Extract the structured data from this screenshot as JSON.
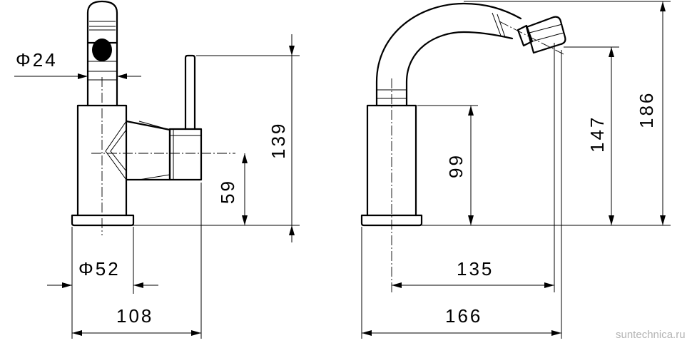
{
  "side_view": {
    "dims": {
      "spout_diameter": "Φ24",
      "base_diameter": "Φ52",
      "overall_width": "108",
      "overall_height": "139",
      "outlet_height": "59"
    }
  },
  "front_view": {
    "dims": {
      "total_reach": "166",
      "spout_reach": "135",
      "body_height": "99",
      "outlet_height": "147",
      "total_height": "186"
    }
  },
  "watermark": "suntechnica.ru"
}
